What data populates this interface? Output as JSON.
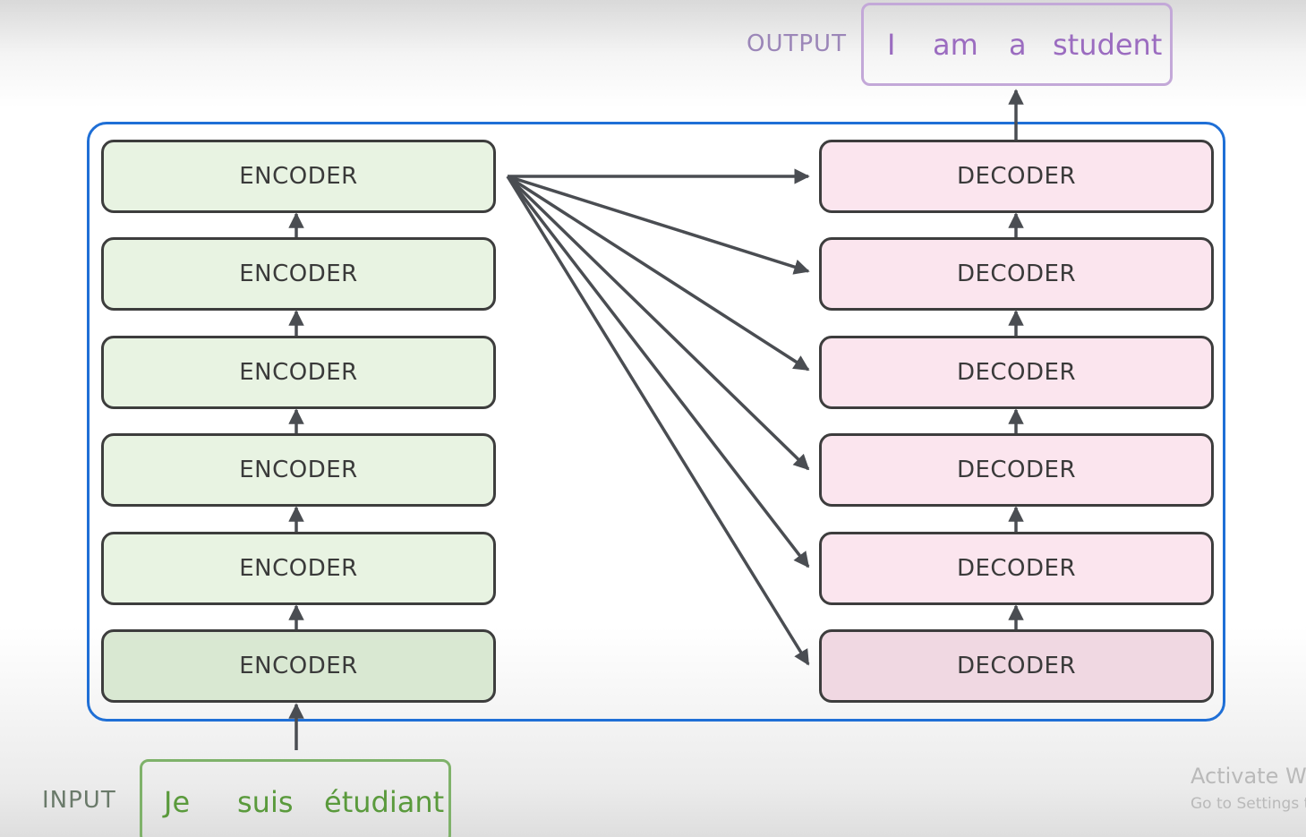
{
  "diagram": {
    "encoders": [
      "ENCODER",
      "ENCODER",
      "ENCODER",
      "ENCODER",
      "ENCODER",
      "ENCODER"
    ],
    "decoders": [
      "DECODER",
      "DECODER",
      "DECODER",
      "DECODER",
      "DECODER",
      "DECODER"
    ],
    "input": {
      "label": "INPUT",
      "tokens": [
        "Je",
        "suis",
        "étudiant"
      ]
    },
    "output": {
      "label": "OUTPUT",
      "tokens": [
        "I",
        "am",
        "a",
        "student"
      ]
    },
    "colors": {
      "frame": "#1f6fd6",
      "encoder_fill": "#e8f3e2",
      "decoder_fill": "#fbe5ee",
      "input_color": "#5a9a3c",
      "output_color": "#9b6cc0",
      "arrow": "#4a4d52"
    }
  },
  "watermark": {
    "line1": "Activate Wi",
    "line2": "Go to Settings t"
  }
}
